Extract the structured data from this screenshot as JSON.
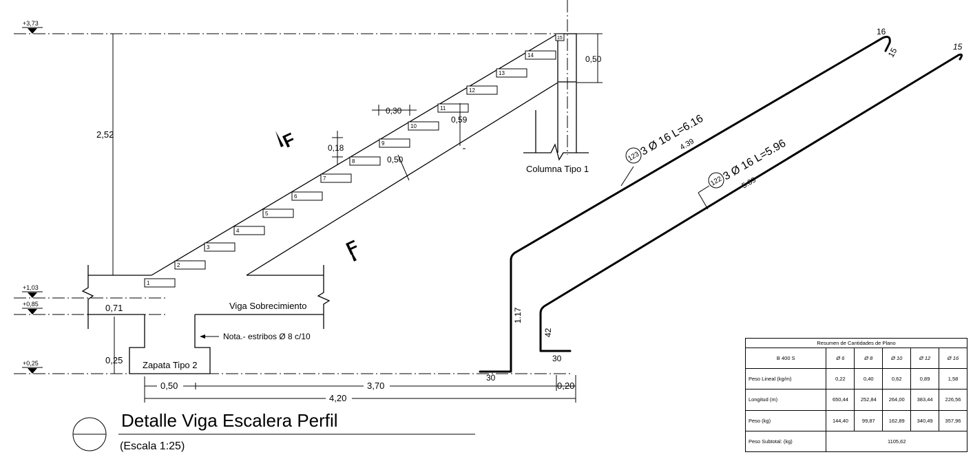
{
  "levels": [
    "+3,73",
    "+1,03",
    "+0,85",
    "+0,25"
  ],
  "dimensions": {
    "height_total": "2,52",
    "beam_depth": "0,71",
    "footing_depth": "0,25",
    "tread": "0,30",
    "riser": "0,18",
    "beam_thickness": "0,50",
    "slab_depth": "0,59",
    "top_block": "0,50",
    "base_left": "0,50",
    "base_mid": "3,70",
    "base_right": "0,20",
    "base_total": "4,20"
  },
  "steps": [
    "1",
    "2",
    "3",
    "4",
    "5",
    "6",
    "7",
    "8",
    "9",
    "10",
    "11",
    "12",
    "13",
    "14",
    "15"
  ],
  "section_marks": [
    "F",
    "F"
  ],
  "labels": {
    "column": "Columna Tipo 1",
    "beam": "Viga Sobrecimiento",
    "footing": "Zapata Tipo 2",
    "note": "Nota.- estribos Ø 8 c/10"
  },
  "bars": [
    {
      "mark": "123",
      "spec": "3 Ø 16 L=6.16",
      "main": "4.39",
      "leg": "1.17",
      "foot": "30",
      "hook_a": "16",
      "hook_b": "15"
    },
    {
      "mark": "122",
      "spec": "3 Ø 16 L=5.96",
      "main": "5.09",
      "leg": "42",
      "foot": "30",
      "hook_a": "15"
    }
  ],
  "title": {
    "main": "Detalle Viga Escalera Perfil",
    "scale": "(Escala 1:25)"
  },
  "quantities": {
    "title": "Resumen de Cantidades de Plano",
    "grade": "B 400 S",
    "diameters": [
      "Ø 6",
      "Ø 8",
      "Ø 10",
      "Ø 12",
      "Ø 16"
    ],
    "rows": [
      {
        "label": "Peso Lineal (kg/m)",
        "values": [
          "0,22",
          "0,40",
          "0,62",
          "0,89",
          "1,58"
        ]
      },
      {
        "label": "Longitud (m)",
        "values": [
          "650,44",
          "252,84",
          "264,00",
          "383,44",
          "226,56"
        ]
      },
      {
        "label": "Peso (kg)",
        "values": [
          "144,40",
          "99,87",
          "162,89",
          "340,49",
          "357,96"
        ]
      }
    ],
    "subtotal_label": "Peso Subtotal: (kg)",
    "subtotal_value": "1105,62"
  }
}
